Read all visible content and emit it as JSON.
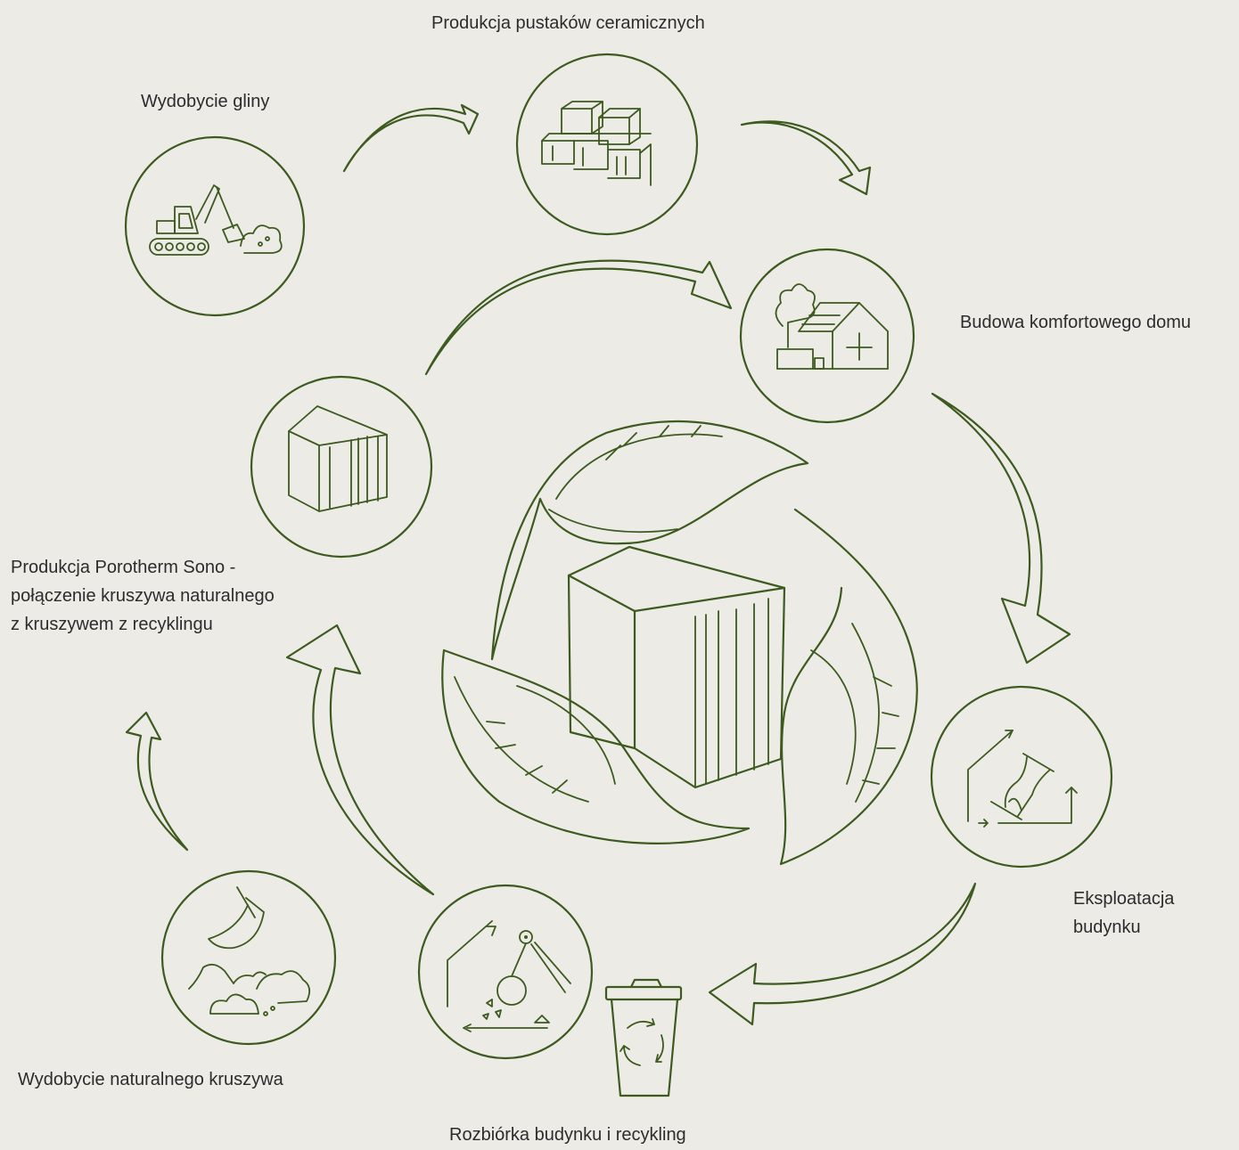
{
  "colors": {
    "line": "#3d5a1f",
    "background": "#ecebe6",
    "text": "#2c2c2c"
  },
  "stages": [
    {
      "id": "clay",
      "label": "Wydobycie gliny",
      "icon": "excavator-icon"
    },
    {
      "id": "blocks",
      "label": "Produkcja pustaków ceramicznych",
      "icon": "brick-stack-icon"
    },
    {
      "id": "house",
      "label": "Budowa komfortowego domu",
      "icon": "house-icon"
    },
    {
      "id": "use",
      "lines": [
        "Eksploatacja",
        "budynku"
      ],
      "icon": "hourglass-house-icon"
    },
    {
      "id": "demolition",
      "label": "Rozbiórka budynku i recykling",
      "icon": "wrecking-ball-icon"
    },
    {
      "id": "aggregate",
      "label": "Wydobycie naturalnego kruszywa",
      "icon": "bucket-aggregate-icon"
    },
    {
      "id": "sono",
      "lines": [
        "Produkcja Porotherm Sono -",
        "połączenie kruszywa naturalnego",
        "z kruszywem z recyklingu"
      ],
      "icon": "porotherm-block-icon"
    }
  ],
  "center_icon": "leaf-cycle-icon",
  "bin_icon": "recycling-bin-icon"
}
